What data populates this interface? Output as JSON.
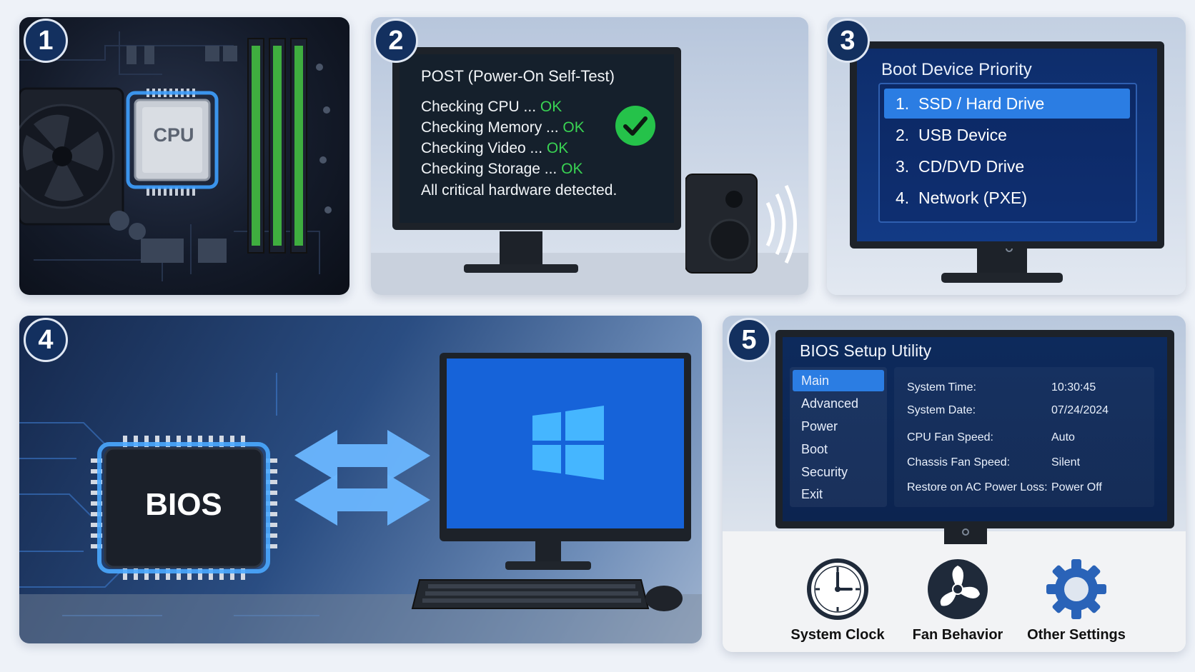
{
  "steps": [
    "1",
    "2",
    "3",
    "4",
    "5"
  ],
  "panel1": {
    "chip_label": "CPU"
  },
  "panel2": {
    "title": "POST (Power-On Self-Test)",
    "checks": [
      {
        "label": "Checking CPU ... ",
        "status": "OK"
      },
      {
        "label": "Checking Memory ... ",
        "status": "OK"
      },
      {
        "label": "Checking Video ... ",
        "status": "OK"
      },
      {
        "label": "Checking Storage ... ",
        "status": "OK"
      }
    ],
    "summary": "All critical hardware detected."
  },
  "panel3": {
    "title": "Boot Device Priority",
    "items": [
      {
        "num": "1.",
        "label": "SSD / Hard Drive"
      },
      {
        "num": "2.",
        "label": "USB Device"
      },
      {
        "num": "3.",
        "label": "CD/DVD Drive"
      },
      {
        "num": "4.",
        "label": "Network (PXE)"
      }
    ]
  },
  "panel4": {
    "chip_label": "BIOS"
  },
  "panel5": {
    "title": "BIOS Setup Utility",
    "menu": [
      "Main",
      "Advanced",
      "Power",
      "Boot",
      "Security",
      "Exit"
    ],
    "settings": [
      {
        "key": "System Time:",
        "value": "10:30:45"
      },
      {
        "key": "System Date:",
        "value": "07/24/2024"
      },
      {
        "key": "CPU Fan Speed:",
        "value": "Auto"
      },
      {
        "key": "Chassis Fan Speed:",
        "value": "Silent"
      },
      {
        "key": "Restore on AC Power Loss:",
        "value": "Power Off"
      }
    ],
    "icons": [
      {
        "label": "System Clock",
        "icon": "clock-icon"
      },
      {
        "label": "Fan Behavior",
        "icon": "fan-icon"
      },
      {
        "label": "Other Settings",
        "icon": "gear-icon"
      }
    ]
  },
  "colors": {
    "ok": "#39d353",
    "accent": "#2b7de3",
    "badge": "#13305f"
  }
}
